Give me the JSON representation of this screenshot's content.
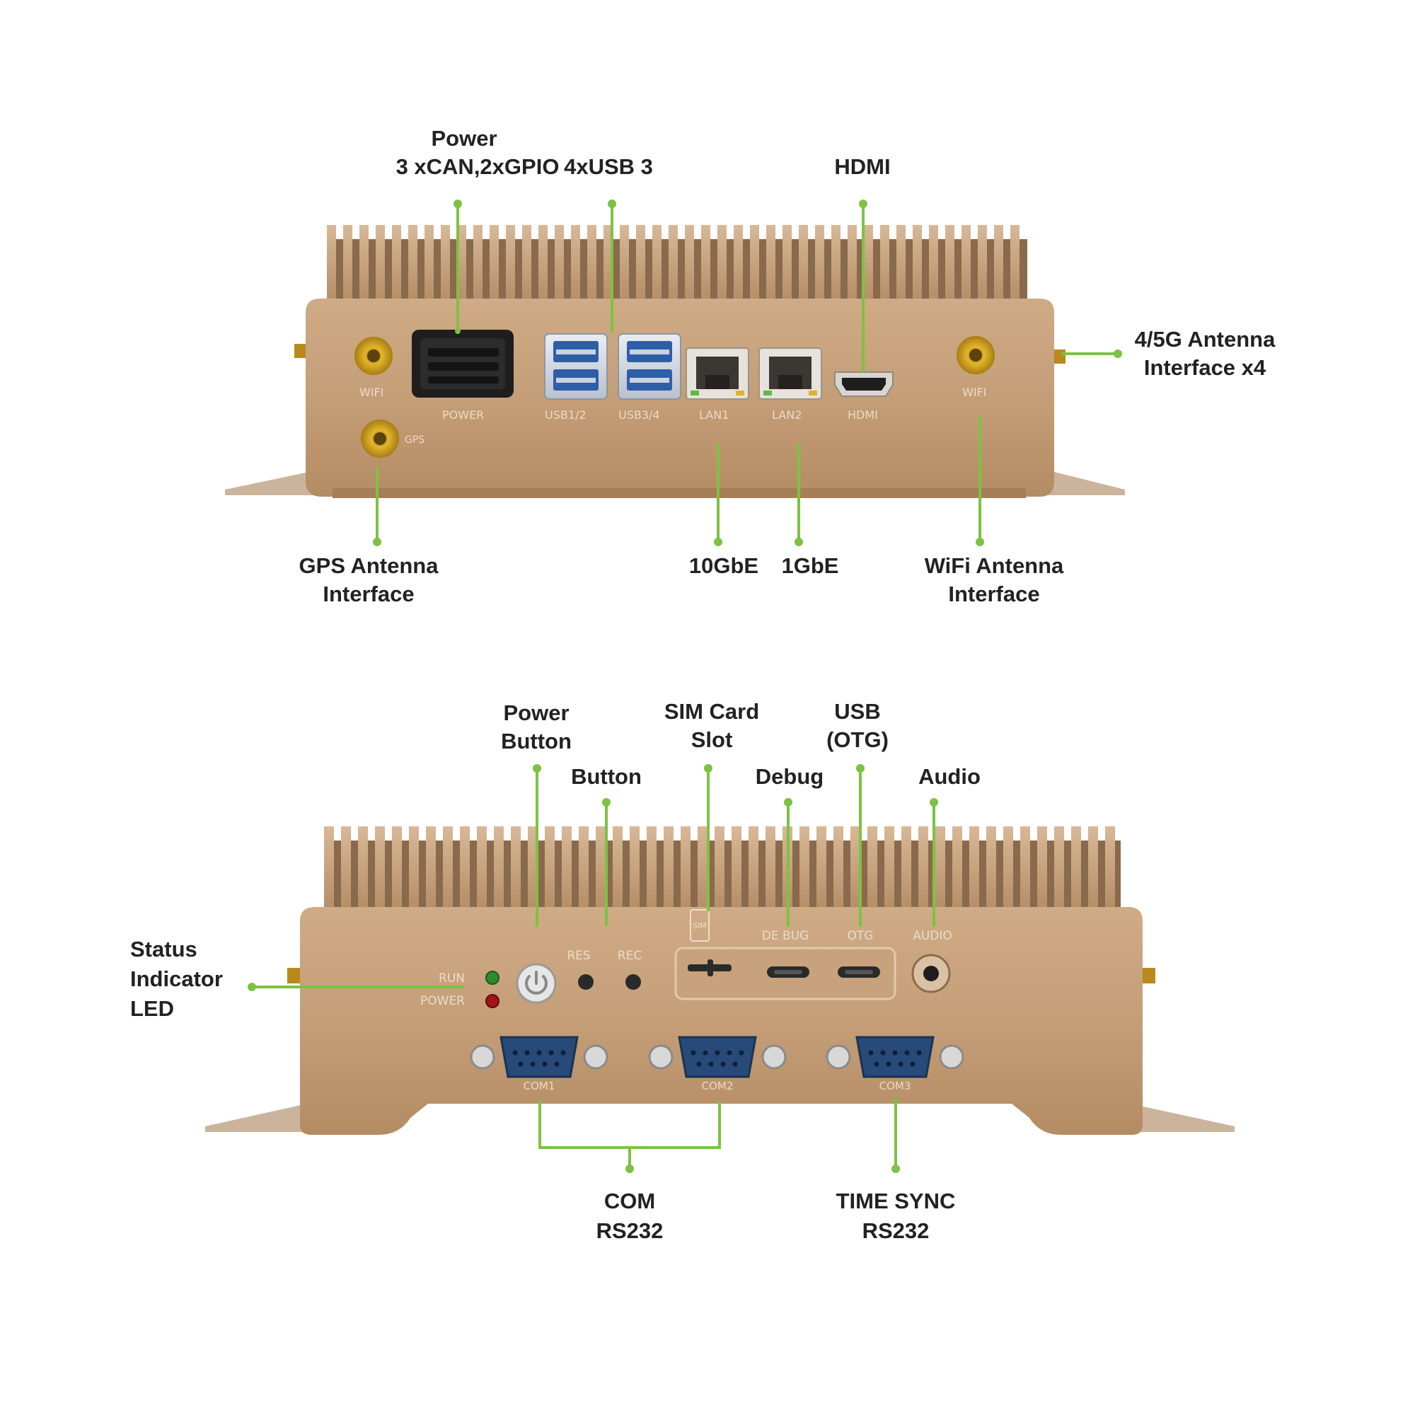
{
  "rear_view": {
    "callouts": {
      "power_line1": "Power",
      "power_line2": "3 xCAN,2xGPIO",
      "usb3": "4xUSB 3",
      "hdmi": "HDMI",
      "antenna_5g_line1": "4/5G Antenna",
      "antenna_5g_line2": "Interface x4",
      "gps_line1": "GPS Antenna",
      "gps_line2": "Interface",
      "lan10": "10GbE",
      "lan1": "1GbE",
      "wifi_line1": "WiFi Antenna",
      "wifi_line2": "Interface"
    },
    "silkscreen": {
      "wifi1": "WIFI",
      "gps": "GPS",
      "power": "POWER",
      "usb12": "USB1/2",
      "usb34": "USB3/4",
      "lan1": "LAN1",
      "lan2": "LAN2",
      "hdmi": "HDMI",
      "wifi2": "WIFI"
    }
  },
  "front_view": {
    "callouts": {
      "power_button_line1": "Power",
      "power_button_line2": "Button",
      "button": "Button",
      "sim_line1": "SIM Card",
      "sim_line2": "Slot",
      "debug": "Debug",
      "usb_otg_line1": "USB",
      "usb_otg_line2": "(OTG)",
      "audio": "Audio",
      "status_line1": "Status",
      "status_line2": "Indicator",
      "status_line3": "LED",
      "com_line1": "COM",
      "com_line2": "RS232",
      "timesync_line1": "TIME SYNC",
      "timesync_line2": "RS232"
    },
    "silkscreen": {
      "run": "RUN",
      "power": "POWER",
      "res": "RES",
      "rec": "REC",
      "sim": "SIM",
      "debug": "DE BUG",
      "otg": "OTG",
      "audio": "AUDIO",
      "com1": "COM1",
      "com2": "COM2",
      "com3": "COM3"
    }
  },
  "colors": {
    "leader_green": "#7dc242",
    "chassis_gold": "#c9a27a",
    "led_green": "#2e8b2e",
    "led_red": "#a31515",
    "serial_blue": "#274a78"
  },
  "icons": [
    "power-icon"
  ]
}
